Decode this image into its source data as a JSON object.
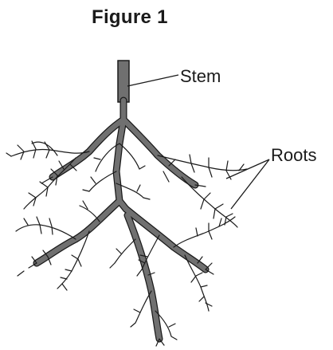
{
  "figure": {
    "title": "Figure 1",
    "labels": {
      "stem": "Stem",
      "roots": "Roots"
    }
  }
}
